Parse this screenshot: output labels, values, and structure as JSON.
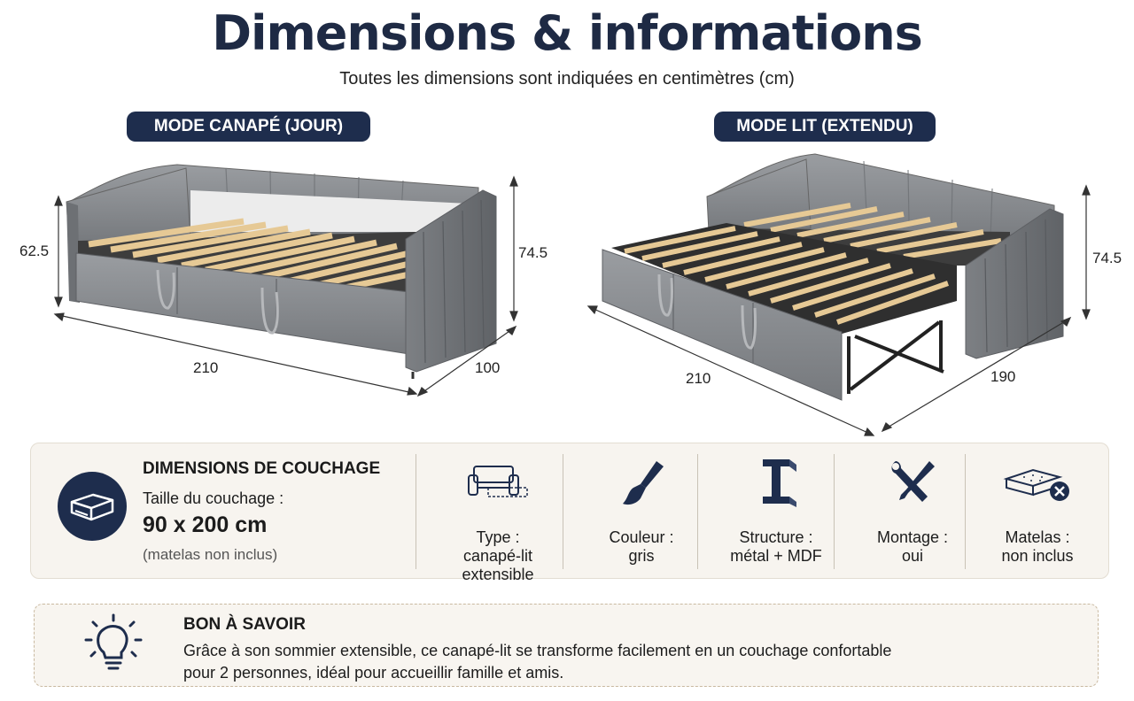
{
  "header": {
    "title": "Dimensions & informations",
    "subtitle": "Toutes les dimensions sont indiquées en centimètres (cm)"
  },
  "modes": {
    "day": {
      "label": "MODE CANAPÉ (JOUR)",
      "height_left": "62.5",
      "height_right": "74.5",
      "length": "210",
      "depth": "100"
    },
    "bed": {
      "label": "MODE LIT (EXTENDU)",
      "height_right": "74.5",
      "length": "210",
      "depth": "190"
    }
  },
  "sleeping": {
    "heading": "DIMENSIONS DE COUCHAGE",
    "label": "Taille du couchage :",
    "size": "90 x 200 cm",
    "note": "(matelas non inclus)"
  },
  "features": [
    {
      "icon": "sofa-bed-icon",
      "label_1": "Type :",
      "label_2": "canapé-lit",
      "label_3": "extensible"
    },
    {
      "icon": "paintbrush-icon",
      "label_1": "Couleur :",
      "label_2": "gris"
    },
    {
      "icon": "steel-beam-icon",
      "label_1": "Structure :",
      "label_2": "métal + MDF"
    },
    {
      "icon": "tools-icon",
      "label_1": "Montage :",
      "label_2": "oui"
    },
    {
      "icon": "mattress-excluded-icon",
      "label_1": "Matelas :",
      "label_2": "non inclus"
    }
  ],
  "tip": {
    "heading": "BON À SAVOIR",
    "line_1": "Grâce à son sommier extensible, ce canapé-lit se transforme facilement en un couchage confortable",
    "line_2": "pour 2 personnes, idéal pour accueillir famille et amis."
  },
  "colors": {
    "navy": "#1e2d4d",
    "fabric_grey": "#8a8d91",
    "slat_wood": "#e6c995",
    "panel_beige": "#f7f4ef"
  }
}
